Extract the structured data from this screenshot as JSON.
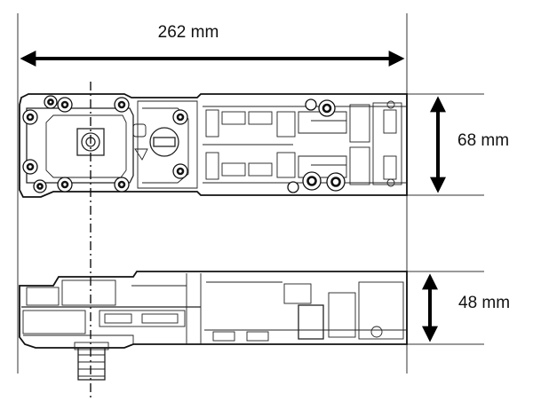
{
  "dimensions": {
    "width_label": "262 mm",
    "top_height_label": "68 mm",
    "side_height_label": "48 mm"
  },
  "colors": {
    "line": "#111111",
    "background": "#ffffff"
  }
}
